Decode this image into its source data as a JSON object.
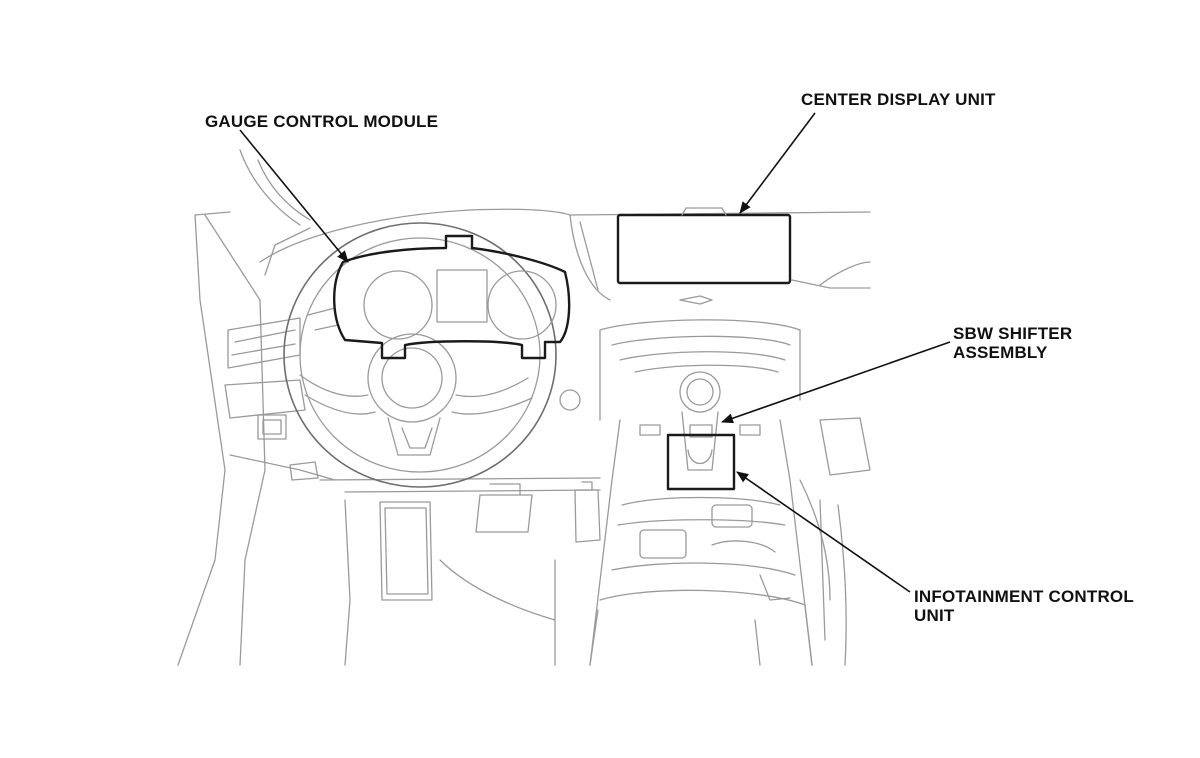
{
  "labels": {
    "gauge_control_module": "GAUGE CONTROL MODULE",
    "center_display_unit": "CENTER DISPLAY UNIT",
    "sbw_shifter_line1": "SBW SHIFTER",
    "sbw_shifter_line2": "ASSEMBLY",
    "infotainment_line1": "INFOTAINMENT CONTROL",
    "infotainment_line2": "UNIT"
  },
  "colors": {
    "line": "#9a9a9a",
    "highlight": "#1a1a1a",
    "background": "#ffffff"
  }
}
